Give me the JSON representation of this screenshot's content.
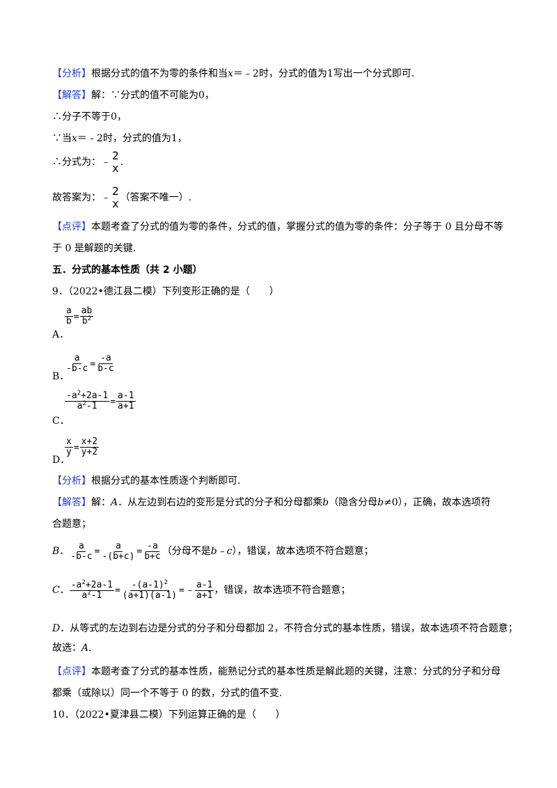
{
  "q8": {
    "analysis_tag": "【分析】",
    "analysis_text_a": "根据分式的值不为零的条件和当",
    "analysis_var": "x",
    "analysis_text_b": "＝﹣2时，分式的值为1写出一个分式即可.",
    "solution_tag": "【解答】",
    "solution_l1": "解：∵分式的值不可能为0，",
    "solution_l2": "∴分子不等于0，",
    "solution_l3a": "∵当",
    "solution_l3var": "x",
    "solution_l3b": "＝﹣2时，分式的值为1，",
    "solution_l4a": "∴分式为：",
    "minus": "﹣",
    "frac_num": "2",
    "frac_den": "x",
    "period": ".",
    "solution_l5a": "故答案为：",
    "solution_l5b": "（答案不唯一）.",
    "review_tag": "【点评】",
    "review_l1": "本题考查了分式的值为零的条件，分式的值，掌握分式的值为零的条件：分子等于 0 且分母不等",
    "review_l2": "于 0 是解题的关键."
  },
  "section5": {
    "title": "五．分式的基本性质（共 2 小题）"
  },
  "q9": {
    "stem": "9．（2022•德江县二模）下列变形正确的是（　　）",
    "optA": {
      "label": "A．",
      "n1": "a",
      "d1": "b",
      "eq": "=",
      "n2": "ab",
      "d2": "b",
      "d2sup": "2"
    },
    "optB": {
      "label": "B．",
      "n1": "a",
      "d1": "-b-c",
      "eq": "=",
      "n2": "-a",
      "d2": "b-c"
    },
    "optC": {
      "label": "C．",
      "n1a": "-a",
      "n1sup": "2",
      "n1b": "+2a-1",
      "d1a": "a",
      "d1sup": "2",
      "d1b": "-1",
      "eq": "=",
      "n2": "a-1",
      "d2": "a+1"
    },
    "optD": {
      "label": "D．",
      "n1": "x",
      "d1": "y",
      "eq": "=",
      "n2": "x+2",
      "d2": "y+2"
    },
    "analysis_tag": "【分析】",
    "analysis_text": "根据分式的基本性质逐个判断即可.",
    "solution_tag": "【解答】",
    "sol_a1": "解：",
    "sol_a_letter": "A",
    "sol_a2": "．从左边到右边的变形是分式的分子和分母都乘",
    "sol_a_var": "b",
    "sol_a3": "（隐含分母",
    "sol_a_var2": "b",
    "sol_a4": "≠0），正确，故本选项符",
    "sol_a5": "合题意；",
    "sol_b_letter": "B",
    "sol_b_dot": "．",
    "sol_b_f1n": "a",
    "sol_b_f1d": "-b-c",
    "sol_b_eq": "=",
    "sol_b_f2n": "a",
    "sol_b_f2d": "-(b+c)",
    "sol_b_f3n": "-a",
    "sol_b_f3d": "b+c",
    "sol_b_tail_a": "（分母不是",
    "sol_b_tail_var": "b﹣c",
    "sol_b_tail_b": "），错误，故本选项不符合题意；",
    "sol_c_letter": "C",
    "sol_c_dot": "．",
    "sol_c_f1na": "-a",
    "sol_c_f1nsup": "2",
    "sol_c_f1nb": "+2a-1",
    "sol_c_f1da": "a",
    "sol_c_f1dsup": "2",
    "sol_c_f1db": "-1",
    "sol_c_f2na": "-(a-1)",
    "sol_c_f2nsup": "2",
    "sol_c_f2d": "(a+1)(a-1)",
    "sol_c_eq": "=",
    "sol_c_minus": "﹣",
    "sol_c_f3n": "a-1",
    "sol_c_f3d": "a+1",
    "sol_c_tail": "，错误，故本选项不符合题意；",
    "sol_d_letter": "D",
    "sol_d_text": "．从等式的左边到右边是分式的分子和分母都加 2，不符合分式的基本性质，错误，故本选项不符合题意；",
    "sol_choice_a": "故选：",
    "sol_choice_letter": "A",
    "sol_choice_b": ".",
    "review_tag": "【点评】",
    "review_l1": "本题考查了分式的基本性质，能熟记分式的基本性质是解此题的关键，注意：分式的分子和分母",
    "review_l2": "都乘（或除以）同一个不等于 0 的数，分式的值不变."
  },
  "q10": {
    "stem": "10．（2022•夏津县二模）下列运算正确的是（　　）"
  },
  "colors": {
    "tag": "#1f3dcc",
    "text": "#000000"
  }
}
